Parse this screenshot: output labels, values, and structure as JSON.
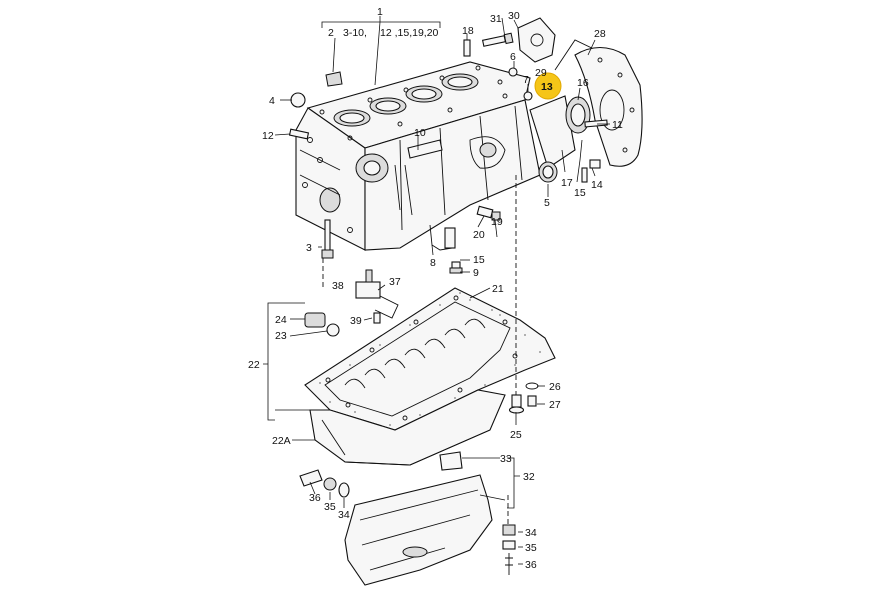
{
  "diagram": {
    "highlight_color": "#f5c518",
    "highlighted_part": "13",
    "callouts": {
      "c1": "1",
      "c2": "2",
      "c3_10": "3-10,",
      "c12_20": "12 ,15,19,20",
      "c3": "3",
      "c4": "4",
      "c5": "5",
      "c6": "6",
      "c7": "7",
      "c8": "8",
      "c9": "9",
      "c10": "10",
      "c11": "11",
      "c12": "12",
      "c13": "13",
      "c14": "14",
      "c15a": "15",
      "c15b": "15",
      "c16": "16",
      "c17": "17",
      "c18": "18",
      "c19": "19",
      "c20": "20",
      "c21": "21",
      "c22": "22",
      "c22a": "22A",
      "c23": "23",
      "c24": "24",
      "c25": "25",
      "c26": "26",
      "c27": "27",
      "c28": "28",
      "c29": "29",
      "c30": "30",
      "c31": "31",
      "c32": "32",
      "c33": "33",
      "c34a": "34",
      "c34b": "34",
      "c35a": "35",
      "c35b": "35",
      "c36a": "36",
      "c36b": "36",
      "c37": "37",
      "c38": "38",
      "c39": "39"
    }
  }
}
